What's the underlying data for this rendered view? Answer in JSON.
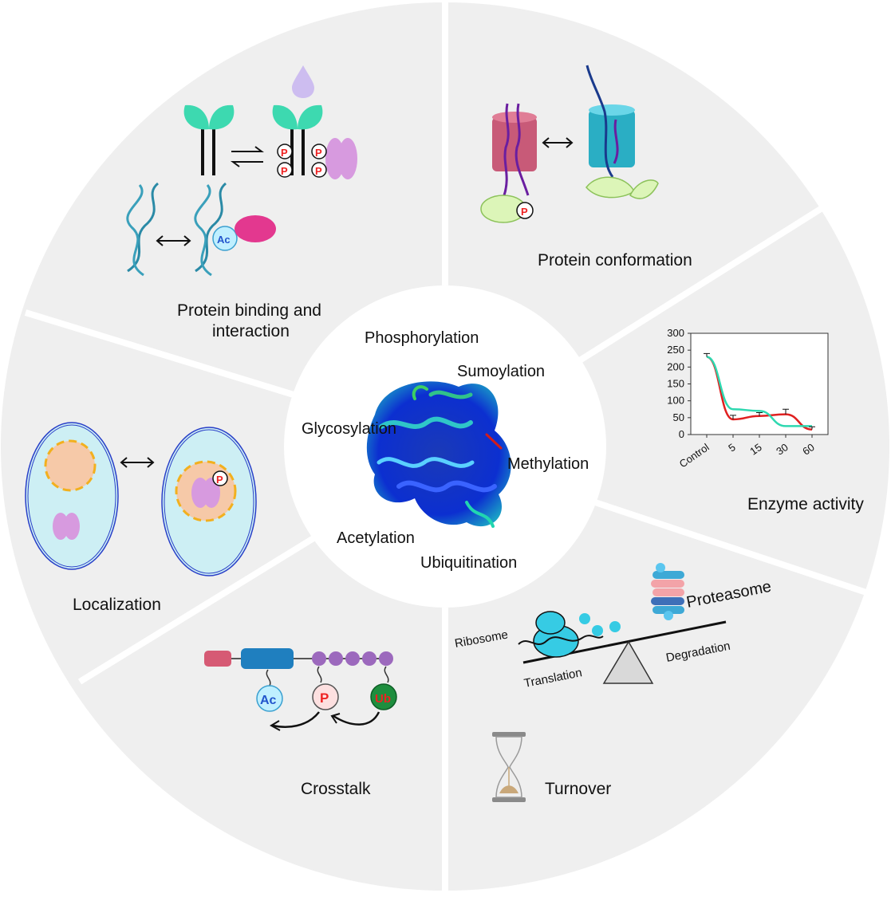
{
  "center": {
    "ptms": [
      "Phosphorylation",
      "Sumoylation",
      "Glycosylation",
      "Methylation",
      "Acetylation",
      "Ubiquitination"
    ]
  },
  "sectors": {
    "binding": "Protein binding and",
    "binding_line2": "interaction",
    "conformation": "Protein conformation",
    "enzyme": "Enzyme activity",
    "turnover": "Turnover",
    "crosstalk": "Crosstalk",
    "localization": "Localization"
  },
  "glyphs": {
    "phospho": "P",
    "acetyl": "Ac",
    "ubiquitin": "Ub"
  },
  "turnover_labels": {
    "ribosome": "Ribosome",
    "proteasome": "Proteasome",
    "translation": "Translation",
    "degradation": "Degradation"
  },
  "chart_data": {
    "type": "line",
    "categories": [
      "Control",
      "5",
      "15",
      "30",
      "60"
    ],
    "ylim": [
      0,
      300
    ],
    "yticks": [
      0,
      50,
      100,
      150,
      200,
      250,
      300
    ],
    "series": [
      {
        "color": "#e02020",
        "values": [
          230,
          45,
          55,
          60,
          15
        ]
      },
      {
        "color": "#2ed8b0",
        "values": [
          230,
          75,
          70,
          25,
          25
        ]
      }
    ],
    "errors": [
      10,
      12,
      10,
      15,
      8
    ]
  },
  "colors": {
    "sector_bg": "#efefef",
    "divider": "#ffffff",
    "center_bg": "#ffffff",
    "teal": "#3dd9b0",
    "pink_receptor": "#c85a78",
    "cyan_receptor": "#2aaec4",
    "violet": "#d79adf",
    "phospho_red": "#ee2222"
  }
}
